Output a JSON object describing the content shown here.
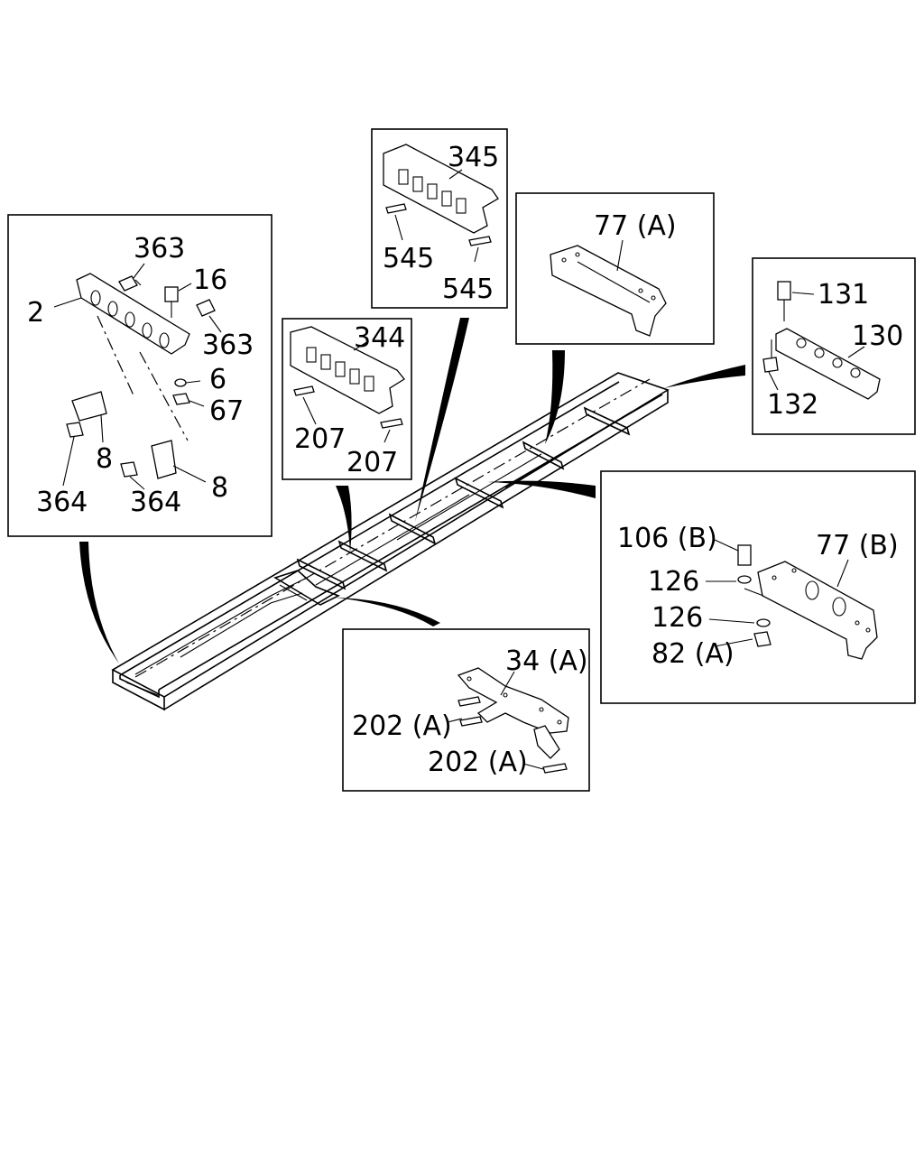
{
  "diagram": {
    "callouts": {
      "d1": {
        "c363a": "363",
        "c16": "16",
        "c2": "2",
        "c363b": "363",
        "c6": "6",
        "c67": "67",
        "c8a": "8",
        "c8b": "8",
        "c364a": "364",
        "c364b": "364"
      },
      "d2": {
        "c344": "344",
        "c207a": "207",
        "c207b": "207"
      },
      "d3": {
        "c345": "345",
        "c545a": "545",
        "c545b": "545"
      },
      "d4": {
        "c77a": "77 (A)"
      },
      "d5": {
        "c131": "131",
        "c130": "130",
        "c132": "132"
      },
      "d6": {
        "c106b": "106 (B)",
        "c77b": "77 (B)",
        "c126a": "126",
        "c126b": "126",
        "c82a": "82 (A)"
      },
      "d7": {
        "c34a": "34 (A)",
        "c202a": "202 (A)",
        "c202b": "202 (A)"
      }
    }
  }
}
